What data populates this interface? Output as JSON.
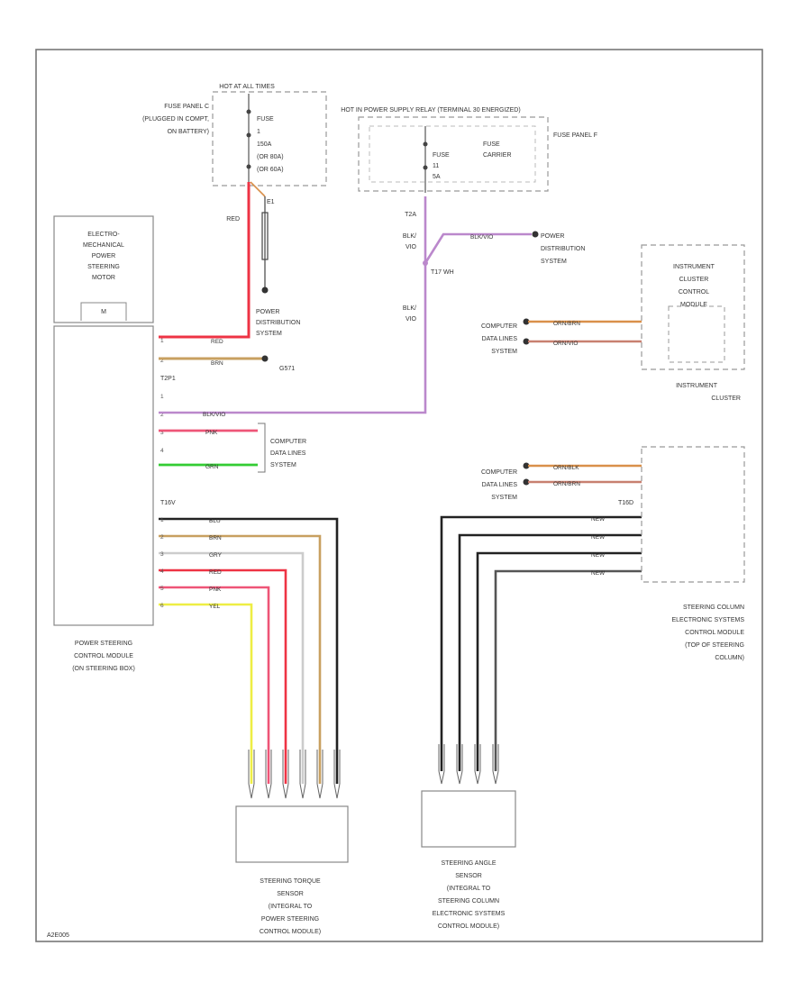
{
  "colors": {
    "red": "#ee3344",
    "brown": "#c8a060",
    "violet_black": "#bb88cc",
    "pink": "#ee5577",
    "green": "#33cc33",
    "black": "#222222",
    "gray": "#cccccc",
    "yellow": "#eeee44",
    "orange_brown": "#d9904a",
    "orange_violet": "#c88070",
    "dashed_border": "#999999"
  },
  "hot_at_all_times": "HOT AT ALL TIMES",
  "hot_in_relay": "HOT IN POWER SUPPLY RELAY (TERMINAL 30 ENERGIZED)",
  "fuse_panel_c": [
    "FUSE PANEL C",
    "(PLUGGED IN COMPT,",
    "ON BATTERY)"
  ],
  "fuse_panel_f": "FUSE PANEL F",
  "fuse_1": [
    "FUSE",
    "1",
    "150A",
    "(OR 80A)",
    "(OR 60A)"
  ],
  "fuse_2": [
    "FUSE",
    "11",
    "5A"
  ],
  "fuse_carrier": [
    "FUSE",
    "CARRIER"
  ],
  "e1_label": "E1",
  "red_vertical": "RED",
  "t2a": "T2A",
  "blk_vio_1": [
    "BLK/",
    "VIO"
  ],
  "blk_vio_2": [
    "BLK/",
    "VIO"
  ],
  "splice": "T17 WH",
  "bkvio_wire": "BLK/VIO",
  "power_dist_1": [
    "POWER",
    "DISTRIBUTION",
    "SYSTEM"
  ],
  "power_dist_2": [
    "POWER",
    "DISTRIBUTION",
    "SYSTEM"
  ],
  "eps_motor": [
    "ELECTRO-",
    "MECHANICAL",
    "POWER",
    "STEERING",
    "MOTOR"
  ],
  "motor_m": "M",
  "conn_t2p1": "T2P1",
  "conn_t16v": "T16V",
  "conn_t16d": "T16D",
  "ground": "G571",
  "wire_red": "RED",
  "wire_brn": "BRN",
  "wire_bkvio": "BLK/VIO",
  "wire_pnk": "PNK",
  "wire_grn": "GRN",
  "computer_data_1": [
    "COMPUTER",
    "DATA LINES",
    "SYSTEM"
  ],
  "computer_data_2": [
    "COMPUTER",
    "DATA LINES",
    "SYSTEM"
  ],
  "computer_data_3": [
    "COMPUTER",
    "DATA LINES",
    "SYSTEM"
  ],
  "sig_wires": [
    "BLU",
    "BRN",
    "GRY",
    "RED",
    "PNK",
    "YEL"
  ],
  "sig_pins": [
    "1",
    "2",
    "3",
    "4",
    "5",
    "6"
  ],
  "orn_wires_a": [
    "ORN/BRN",
    "ORN/VIO"
  ],
  "orn_wires_b": [
    "ORN/BLK",
    "ORN/BRN"
  ],
  "angle_wires": [
    "NEW",
    "NEW",
    "NEW",
    "NEW"
  ],
  "pins_t2p1": [
    "1",
    "2"
  ],
  "pins_mid": [
    "1",
    "2",
    "3",
    "4"
  ],
  "instrument_cluster_module": [
    "INSTRUMENT",
    "CLUSTER",
    "CONTROL",
    "MODULE"
  ],
  "instrument_cluster": [
    "INSTRUMENT",
    "CLUSTER"
  ],
  "pscm": [
    "POWER STEERING",
    "CONTROL MODULE",
    "(ON STEERING BOX)"
  ],
  "scems": [
    "STEERING COLUMN",
    "ELECTRONIC SYSTEMS",
    "CONTROL MODULE",
    "(TOP OF STEERING",
    "COLUMN)"
  ],
  "torque_sensor": [
    "STEERING TORQUE",
    "SENSOR",
    "(INTEGRAL TO",
    "POWER STEERING",
    "CONTROL MODULE)"
  ],
  "angle_sensor": [
    "STEERING ANGLE",
    "SENSOR",
    "(INTEGRAL TO",
    "STEERING COLUMN",
    "ELECTRONIC SYSTEMS",
    "CONTROL MODULE)"
  ],
  "footer_code": "A2E005"
}
